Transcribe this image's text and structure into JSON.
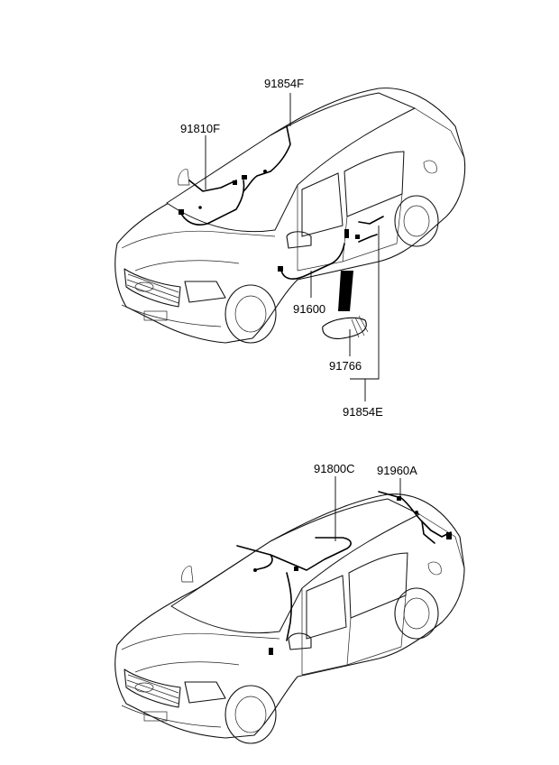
{
  "diagram": {
    "top_callouts": {
      "label_91854F": "91854F",
      "label_91810F": "91810F",
      "label_91600": "91600",
      "label_91766": "91766",
      "label_91854E": "91854E"
    },
    "bottom_callouts": {
      "label_91800C": "91800C",
      "label_91960A": "91960A"
    }
  }
}
